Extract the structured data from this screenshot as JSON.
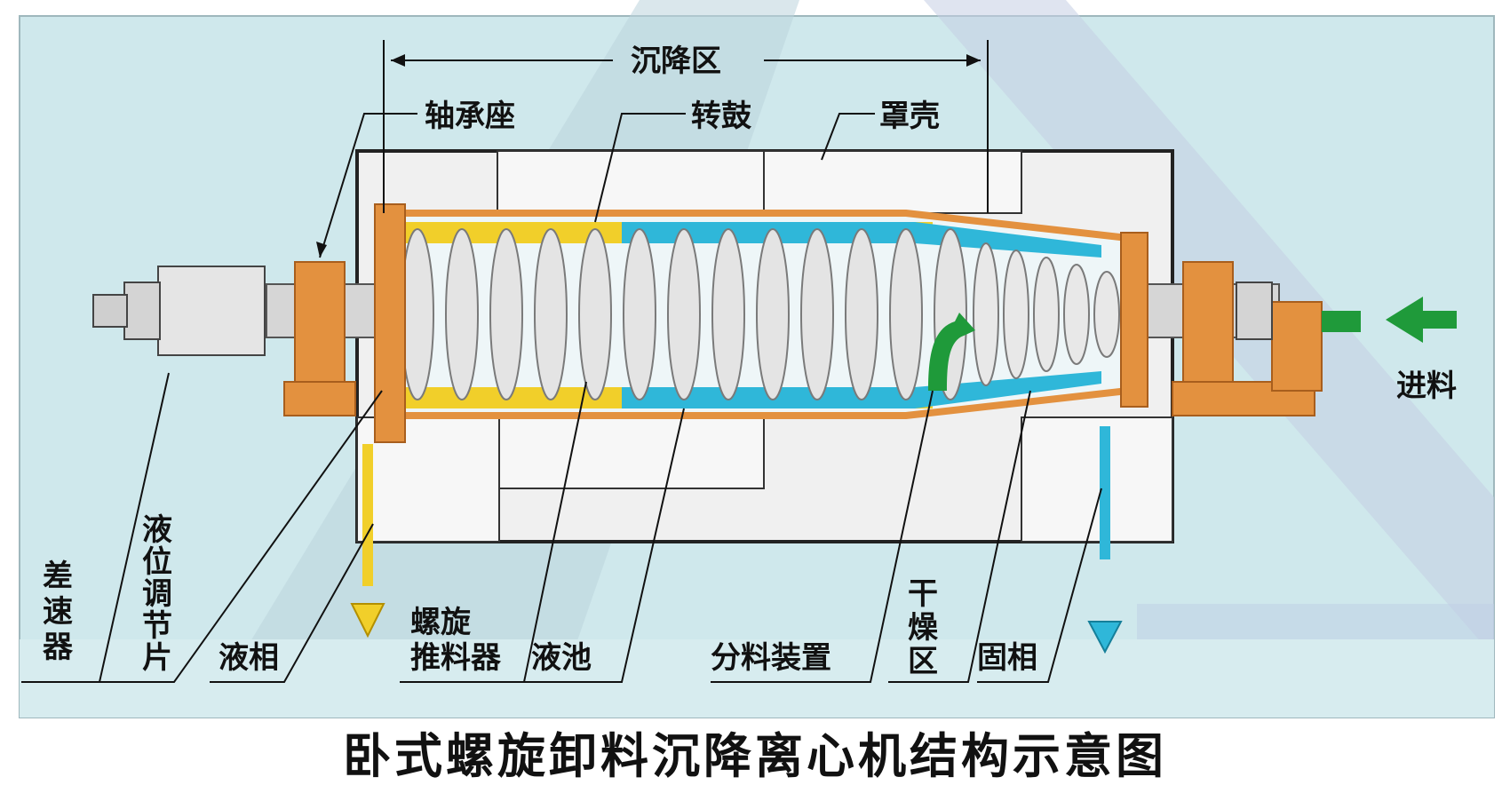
{
  "title": "卧式螺旋卸料沉降离心机结构示意图",
  "labels": {
    "settling_zone": "沉降区",
    "bearing_seat": "轴承座",
    "drum": "转鼓",
    "housing": "罩壳",
    "feed": "进料",
    "differential": "差速器",
    "level_plate": "液位调节片",
    "liquid_phase": "液相",
    "screw_conveyor": "螺旋推料器",
    "liquid_pool": "液池",
    "distributor": "分料装置",
    "drying_zone": "干燥区",
    "solid_phase": "固相"
  },
  "colors": {
    "background": "#c9e6ea",
    "frame": "#eeeeee",
    "bearing": "#e3913f",
    "screw": "#dcdcdc",
    "liquid": "#f1cf2a",
    "solid": "#2fb7d9",
    "feed_arrow": "#1f9a3a"
  }
}
